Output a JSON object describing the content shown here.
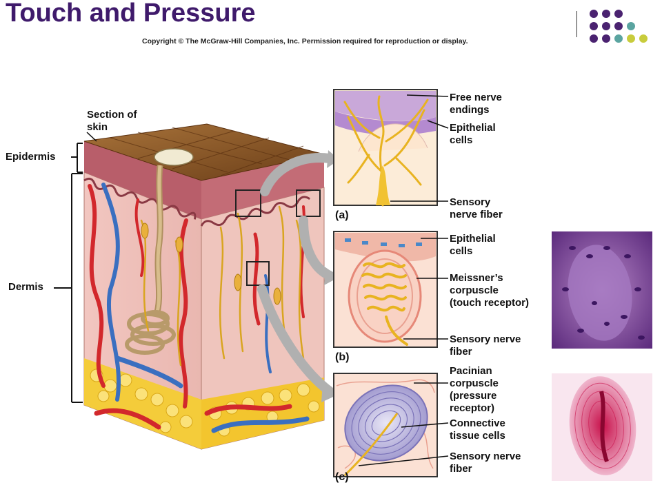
{
  "slide": {
    "title": "Touch and Pressure",
    "copyright": "Copyright © The McGraw-Hill Companies, Inc. Permission required for reproduction or display."
  },
  "labels": {
    "section_of_skin_1": "Section of",
    "section_of_skin_2": "skin",
    "epidermis": "Epidermis",
    "dermis": "Dermis",
    "a_free_nerve_1": "Free nerve",
    "a_free_nerve_2": "endings",
    "a_epithelial_1": "Epithelial",
    "a_epithelial_2": "cells",
    "a_sensory_1": "Sensory",
    "a_sensory_2": "nerve fiber",
    "b_epithelial_1": "Epithelial",
    "b_epithelial_2": "cells",
    "b_meissner_1": "Meissner’s",
    "b_meissner_2": "corpuscle",
    "b_meissner_3": "(touch receptor)",
    "b_sensory_1": "Sensory nerve",
    "b_sensory_2": "fiber",
    "c_pacinian_1": "Pacinian",
    "c_pacinian_2": "corpuscle",
    "c_pacinian_3": "(pressure",
    "c_pacinian_4": "receptor)",
    "c_connective_1": "Connective",
    "c_connective_2": "tissue cells",
    "c_sensory_1": "Sensory nerve",
    "c_sensory_2": "fiber"
  },
  "panels": {
    "a": "(a)",
    "b": "(b)",
    "c": "(c)"
  },
  "colors": {
    "title": "#3f1a6b",
    "dot_purple": "#4a2270",
    "dot_teal": "#5aa4a0",
    "dot_lime": "#c8cc3c"
  }
}
